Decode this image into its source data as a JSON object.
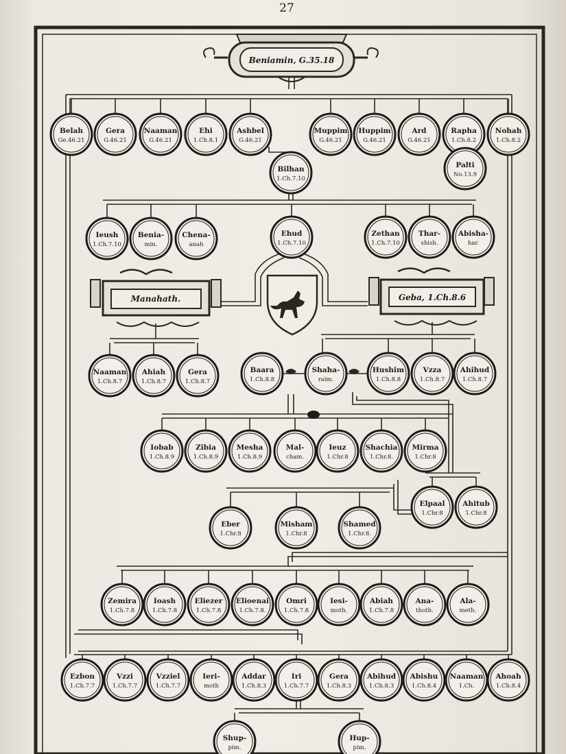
{
  "page": {
    "number": "27"
  },
  "colors": {
    "paper": "#efece5",
    "ink": "#1e1a16",
    "border": "#2b2620"
  },
  "title_plaque": {
    "text": "Beniamin, G.35.18"
  },
  "plaques": [
    {
      "id": "manahath",
      "text": "Manahath."
    },
    {
      "id": "geba",
      "text": "Geba, 1.Ch.8.6"
    }
  ],
  "shield": {
    "icon": "fox-shield-icon"
  },
  "rows": [
    {
      "id": "r1",
      "nodes": [
        {
          "name": "Belah",
          "ref": "Ge.46.21"
        },
        {
          "name": "Gera",
          "ref": "G.46.21"
        },
        {
          "name": "Naaman",
          "ref": "G.46.21"
        },
        {
          "name": "Ehi",
          "ref": "1.Ch.8.1"
        },
        {
          "name": "Ashbel",
          "ref": "G.46.21"
        },
        {
          "name": "Muppim",
          "ref": "G.46.21"
        },
        {
          "name": "Huppim",
          "ref": "G.46.21"
        },
        {
          "name": "Ard",
          "ref": "G.46.21"
        },
        {
          "name": "Rapha",
          "ref": "1.Ch.8.2"
        },
        {
          "name": "Nohah",
          "ref": "1.Ch.8.2"
        }
      ]
    },
    {
      "id": "r1b",
      "nodes": [
        {
          "name": "Bilhan",
          "ref": "1.Ch.7.10"
        },
        {
          "name": "Palti",
          "ref": "No.13.9"
        }
      ]
    },
    {
      "id": "r2",
      "nodes": [
        {
          "name": "Ieush",
          "ref": "1.Ch.7.10"
        },
        {
          "name": "Benia-",
          "ref": "min."
        },
        {
          "name": "Chena-",
          "ref": "anah"
        },
        {
          "name": "Ehud",
          "ref": "1.Ch.7.10"
        },
        {
          "name": "Zethan",
          "ref": "1.Ch.7.10"
        },
        {
          "name": "Thar-",
          "ref": "shish."
        },
        {
          "name": "Abisha-",
          "ref": "har."
        }
      ]
    },
    {
      "id": "r3",
      "nodes": [
        {
          "name": "Naaman",
          "ref": "1.Ch.8.7"
        },
        {
          "name": "Ahiah",
          "ref": "1.Ch.8.7"
        },
        {
          "name": "Gera",
          "ref": "1.Ch.8.7"
        },
        {
          "name": "Baara",
          "ref": "1.Ch.8.8"
        },
        {
          "name": "Shaha-",
          "ref": "raim."
        },
        {
          "name": "Hushim",
          "ref": "1.Ch.8.8"
        },
        {
          "name": "Vzza",
          "ref": "1.Ch.8.7"
        },
        {
          "name": "Ahihud",
          "ref": "1.Ch.8.7"
        }
      ]
    },
    {
      "id": "r4",
      "nodes": [
        {
          "name": "Iobab",
          "ref": "1.Ch.8.9"
        },
        {
          "name": "Zibia",
          "ref": "1.Ch.8.9"
        },
        {
          "name": "Mesha",
          "ref": "1.Ch.8.9"
        },
        {
          "name": "Mal-",
          "ref": "cham."
        },
        {
          "name": "Ieuz",
          "ref": "1.Chr.8"
        },
        {
          "name": "Shachia",
          "ref": "1.Chr.8."
        },
        {
          "name": "Mirma",
          "ref": "1.Chr.8"
        }
      ]
    },
    {
      "id": "r5",
      "nodes": [
        {
          "name": "Elpaal",
          "ref": "1.Chr.8"
        },
        {
          "name": "Ahitub",
          "ref": "1.Chr.8"
        }
      ]
    },
    {
      "id": "r6",
      "nodes": [
        {
          "name": "Eber",
          "ref": "1.Chr.8"
        },
        {
          "name": "Misham",
          "ref": "1.Chr.8"
        },
        {
          "name": "Shamed",
          "ref": "1.Chr.8."
        }
      ]
    },
    {
      "id": "r7",
      "nodes": [
        {
          "name": "Zemira",
          "ref": "1.Ch.7.8"
        },
        {
          "name": "Ioash",
          "ref": "1.Ch.7.8"
        },
        {
          "name": "Eliezer",
          "ref": "1.Ch.7.8"
        },
        {
          "name": "Elioenai",
          "ref": "1.Ch.7.8."
        },
        {
          "name": "Omri",
          "ref": "1.Ch.7.8"
        },
        {
          "name": "Iesi-",
          "ref": "moth."
        },
        {
          "name": "Abiah",
          "ref": "1.Ch.7.8"
        },
        {
          "name": "Ana-",
          "ref": "thoth."
        },
        {
          "name": "Ala-",
          "ref": "meth."
        }
      ]
    },
    {
      "id": "r8",
      "nodes": [
        {
          "name": "Ezbon",
          "ref": "1.Ch.7.7"
        },
        {
          "name": "Vzzi",
          "ref": "1.Ch.7.7"
        },
        {
          "name": "Vzziel",
          "ref": "1.Ch.7.7"
        },
        {
          "name": "Ieri-",
          "ref": "moth"
        },
        {
          "name": "Addar",
          "ref": "1.Ch.8.3"
        },
        {
          "name": "Iri",
          "ref": "1.Ch.7.7"
        },
        {
          "name": "Gera",
          "ref": "1.Ch.8.3"
        },
        {
          "name": "Abihud",
          "ref": "1.Ch.8.3"
        },
        {
          "name": "Abishu",
          "ref": "1.Ch.8.4"
        },
        {
          "name": "Naaman",
          "ref": "1.Ch."
        },
        {
          "name": "Ahoah",
          "ref": "1.Ch.8.4"
        }
      ]
    },
    {
      "id": "r9",
      "nodes": [
        {
          "name": "Shup-",
          "ref": "pim."
        },
        {
          "name": "Hup-",
          "ref": "pim."
        }
      ]
    }
  ]
}
